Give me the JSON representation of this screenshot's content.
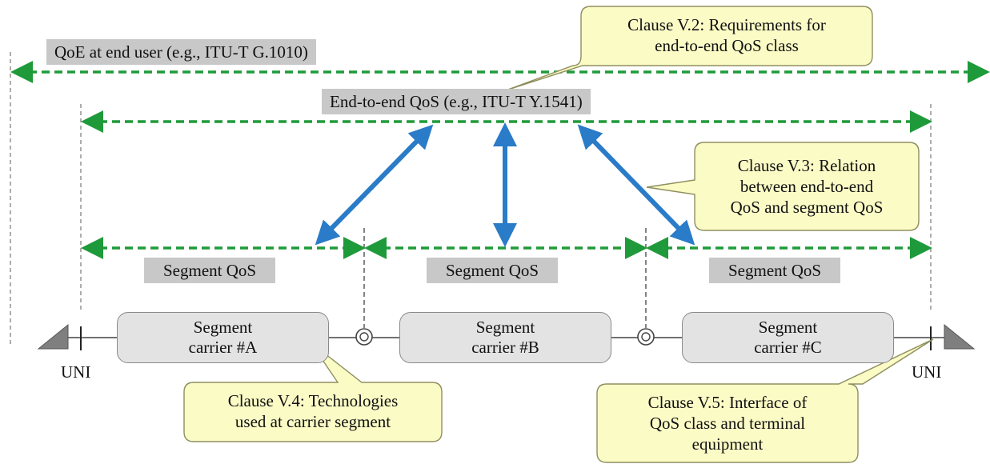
{
  "colors": {
    "green_arrow": "#1f9a3a",
    "blue_arrow": "#2a7bc8",
    "label_bg": "#c8c8c8",
    "carrier_bg": "#e3e3e3",
    "callout_bg": "#fbfbc6"
  },
  "labels": {
    "qoe": "QoE at end user (e.g., ITU-T G.1010)",
    "e2e": "End-to-end QoS (e.g., ITU-T  Y.1541)",
    "segment_a": "Segment QoS",
    "segment_b": "Segment QoS",
    "segment_c": "Segment QoS",
    "uni_left": "UNI",
    "uni_right": "UNI"
  },
  "carriers": {
    "a": {
      "line1": "Segment",
      "line2": "carrier #A"
    },
    "b": {
      "line1": "Segment",
      "line2": "carrier #B"
    },
    "c": {
      "line1": "Segment",
      "line2": "carrier #C"
    }
  },
  "callouts": {
    "v2": {
      "line1": "Clause V.2: Requirements for",
      "line2": "end-to-end QoS class"
    },
    "v3": {
      "line1": "Clause V.3: Relation",
      "line2": "between end-to-end",
      "line3": "QoS and segment QoS"
    },
    "v4": {
      "line1": "Clause V.4: Technologies",
      "line2": "used at carrier segment"
    },
    "v5": {
      "line1": "Clause V.5: Interface of",
      "line2": "QoS class and terminal",
      "line3": "equipment"
    }
  }
}
